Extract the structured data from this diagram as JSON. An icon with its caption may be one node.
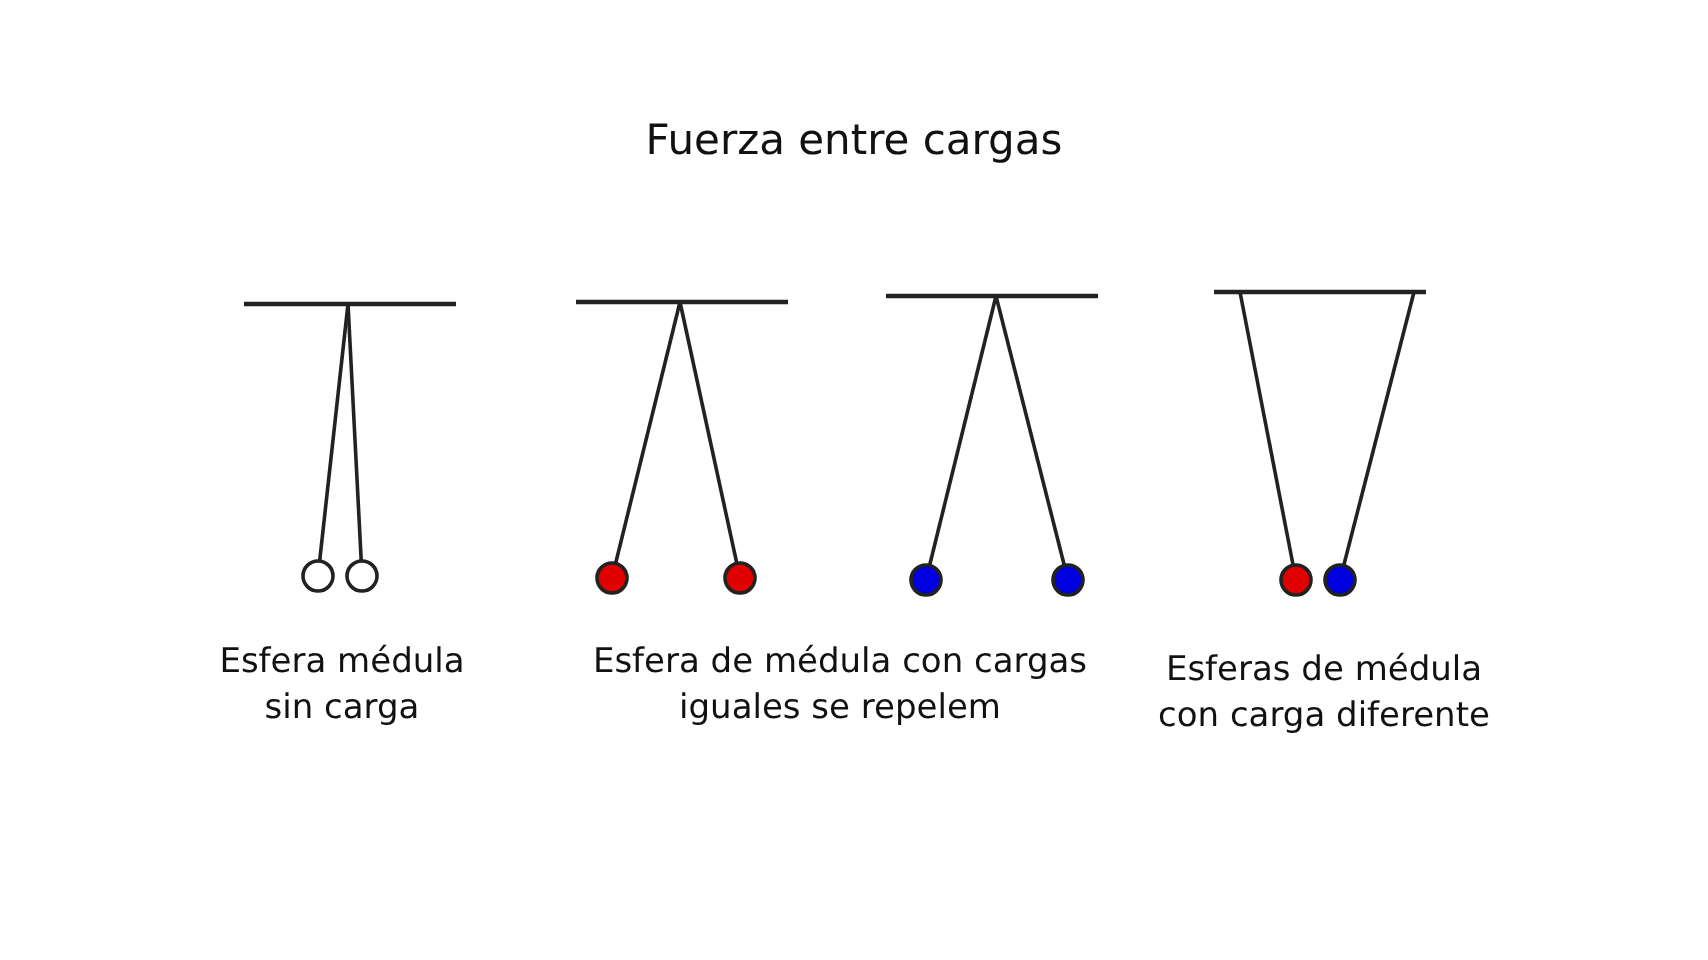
{
  "diagram": {
    "title": "Fuerza entre cargas",
    "labels": [
      "Esfera médula sin carga",
      "Esfera de médula con cargas iguales se repelem",
      "Esferas de médula con carga diferente"
    ]
  }
}
